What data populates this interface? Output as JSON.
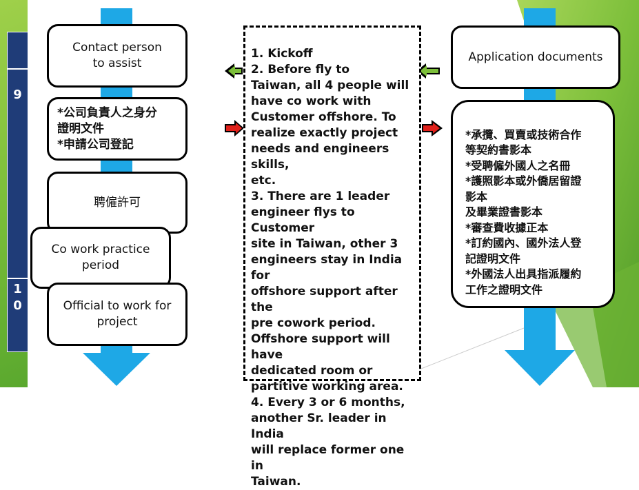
{
  "timeline": {
    "labels": [
      "9",
      "1",
      "0"
    ]
  },
  "left_column": {
    "contact_person": "Contact person\nto assist",
    "company_docs": "*公司負責人之身分\n證明文件\n*申請公司登記",
    "employment_permit": "聘僱許可",
    "cowork_practice": "Co work practice\nperiod",
    "official_work": "Official to work for\nproject"
  },
  "center_text": "1.  Kickoff\n2.  Before fly to\nTaiwan, all 4 people will\nhave co work with\nCustomer offshore. To\nrealize exactly project\nneeds and engineers skills,\netc.\n3. There are 1 leader\nengineer flys to Customer\nsite in Taiwan, other 3\nengineers stay in India for\noffshore support after the\npre cowork period.\nOffshore support will have\ndedicated room or\npartitive working area.\n4. Every 3 or 6 months,\nanother Sr. leader in India\nwill replace former one in\nTaiwan.",
  "right_column": {
    "application_documents": "Application documents",
    "document_list": "*承攬、買賣或技術合作\n等契約書影本\n*受聘僱外國人之名冊\n*護照影本或外僑居留證\n影本\n及畢業證書影本\n*審查費收據正本\n*訂約國內、國外法人登\n記證明文件\n*外國法人出具指派履約\n工作之證明文件"
  },
  "colors": {
    "arrow_blue": "#1ea8e6",
    "timeline_navy": "#1f3c78",
    "red_arrow": "#e0201a",
    "green_bg": "#7cbf3a"
  }
}
